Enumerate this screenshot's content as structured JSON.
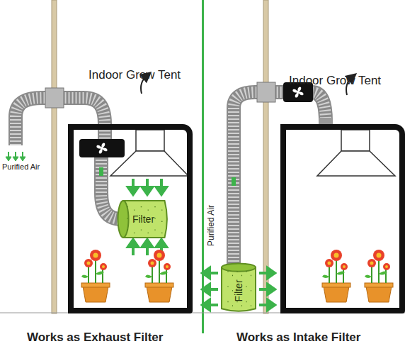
{
  "diagram": {
    "nodes": [
      {
        "text": [
          "Indoor Grow Tent"
        ]
      },
      {
        "text": [
          "Filter"
        ],
        "in": 0
      },
      {
        "text": [
          "Indoor Grow Tent"
        ]
      },
      {
        "text": [
          "Filter"
        ]
      }
    ],
    "labels": [
      "Purified Air",
      "Purified Air",
      "Works as Exhaust Filter",
      "Works as Intake Filter"
    ]
  }
}
